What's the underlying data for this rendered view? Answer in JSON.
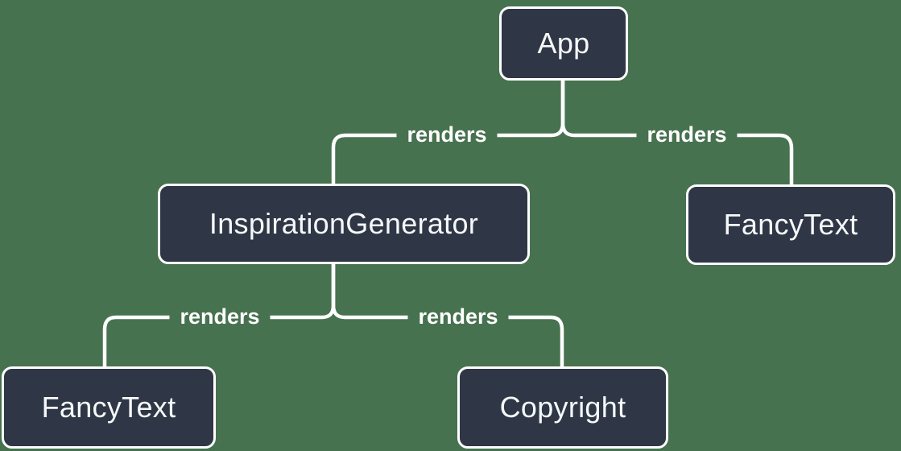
{
  "diagram": {
    "type": "component-render-tree",
    "colors": {
      "background": "#47724F",
      "node_fill": "#2F3746",
      "node_border": "#FFFFFF",
      "node_text": "#F6F7F9",
      "connector": "#FFFFFF"
    },
    "nodes": [
      {
        "id": "app",
        "label": "App"
      },
      {
        "id": "inspiration-generator",
        "label": "InspirationGenerator"
      },
      {
        "id": "fancy-text-right",
        "label": "FancyText"
      },
      {
        "id": "fancy-text-left",
        "label": "FancyText"
      },
      {
        "id": "copyright",
        "label": "Copyright"
      }
    ],
    "edges": [
      {
        "from": "App",
        "to": "InspirationGenerator",
        "label": "renders"
      },
      {
        "from": "App",
        "to": "FancyText",
        "label": "renders"
      },
      {
        "from": "InspirationGenerator",
        "to": "FancyText",
        "label": "renders"
      },
      {
        "from": "InspirationGenerator",
        "to": "Copyright",
        "label": "renders"
      }
    ]
  }
}
